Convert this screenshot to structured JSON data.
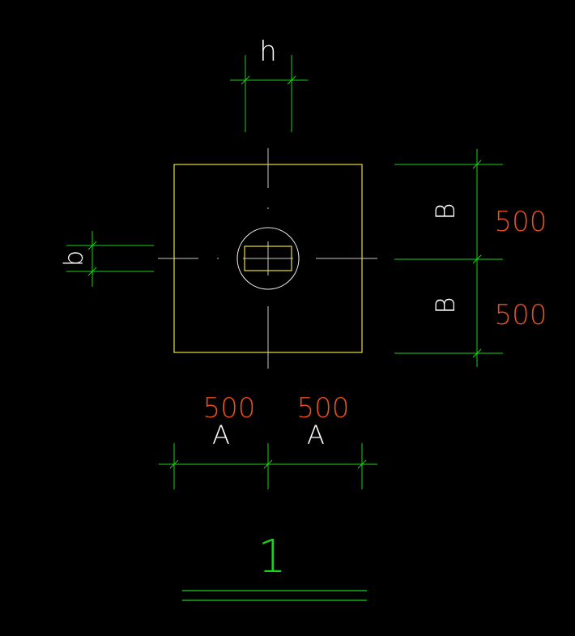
{
  "drawing": {
    "colors": {
      "background": "#000000",
      "outline": "#e8e03a",
      "dimension": "#19d219",
      "centerline": "#c8c8c8",
      "value_text": "#e8501a",
      "symbol_text": "#ffffff"
    },
    "labels": {
      "column_h": "h",
      "column_b": "b",
      "half_width_a_left": "A",
      "half_width_a_right": "A",
      "half_length_b_top": "B",
      "half_length_b_bottom": "B",
      "section_number": "1"
    },
    "values": {
      "a_left": "500",
      "a_right": "500",
      "b_top": "500",
      "b_bottom": "500"
    }
  }
}
